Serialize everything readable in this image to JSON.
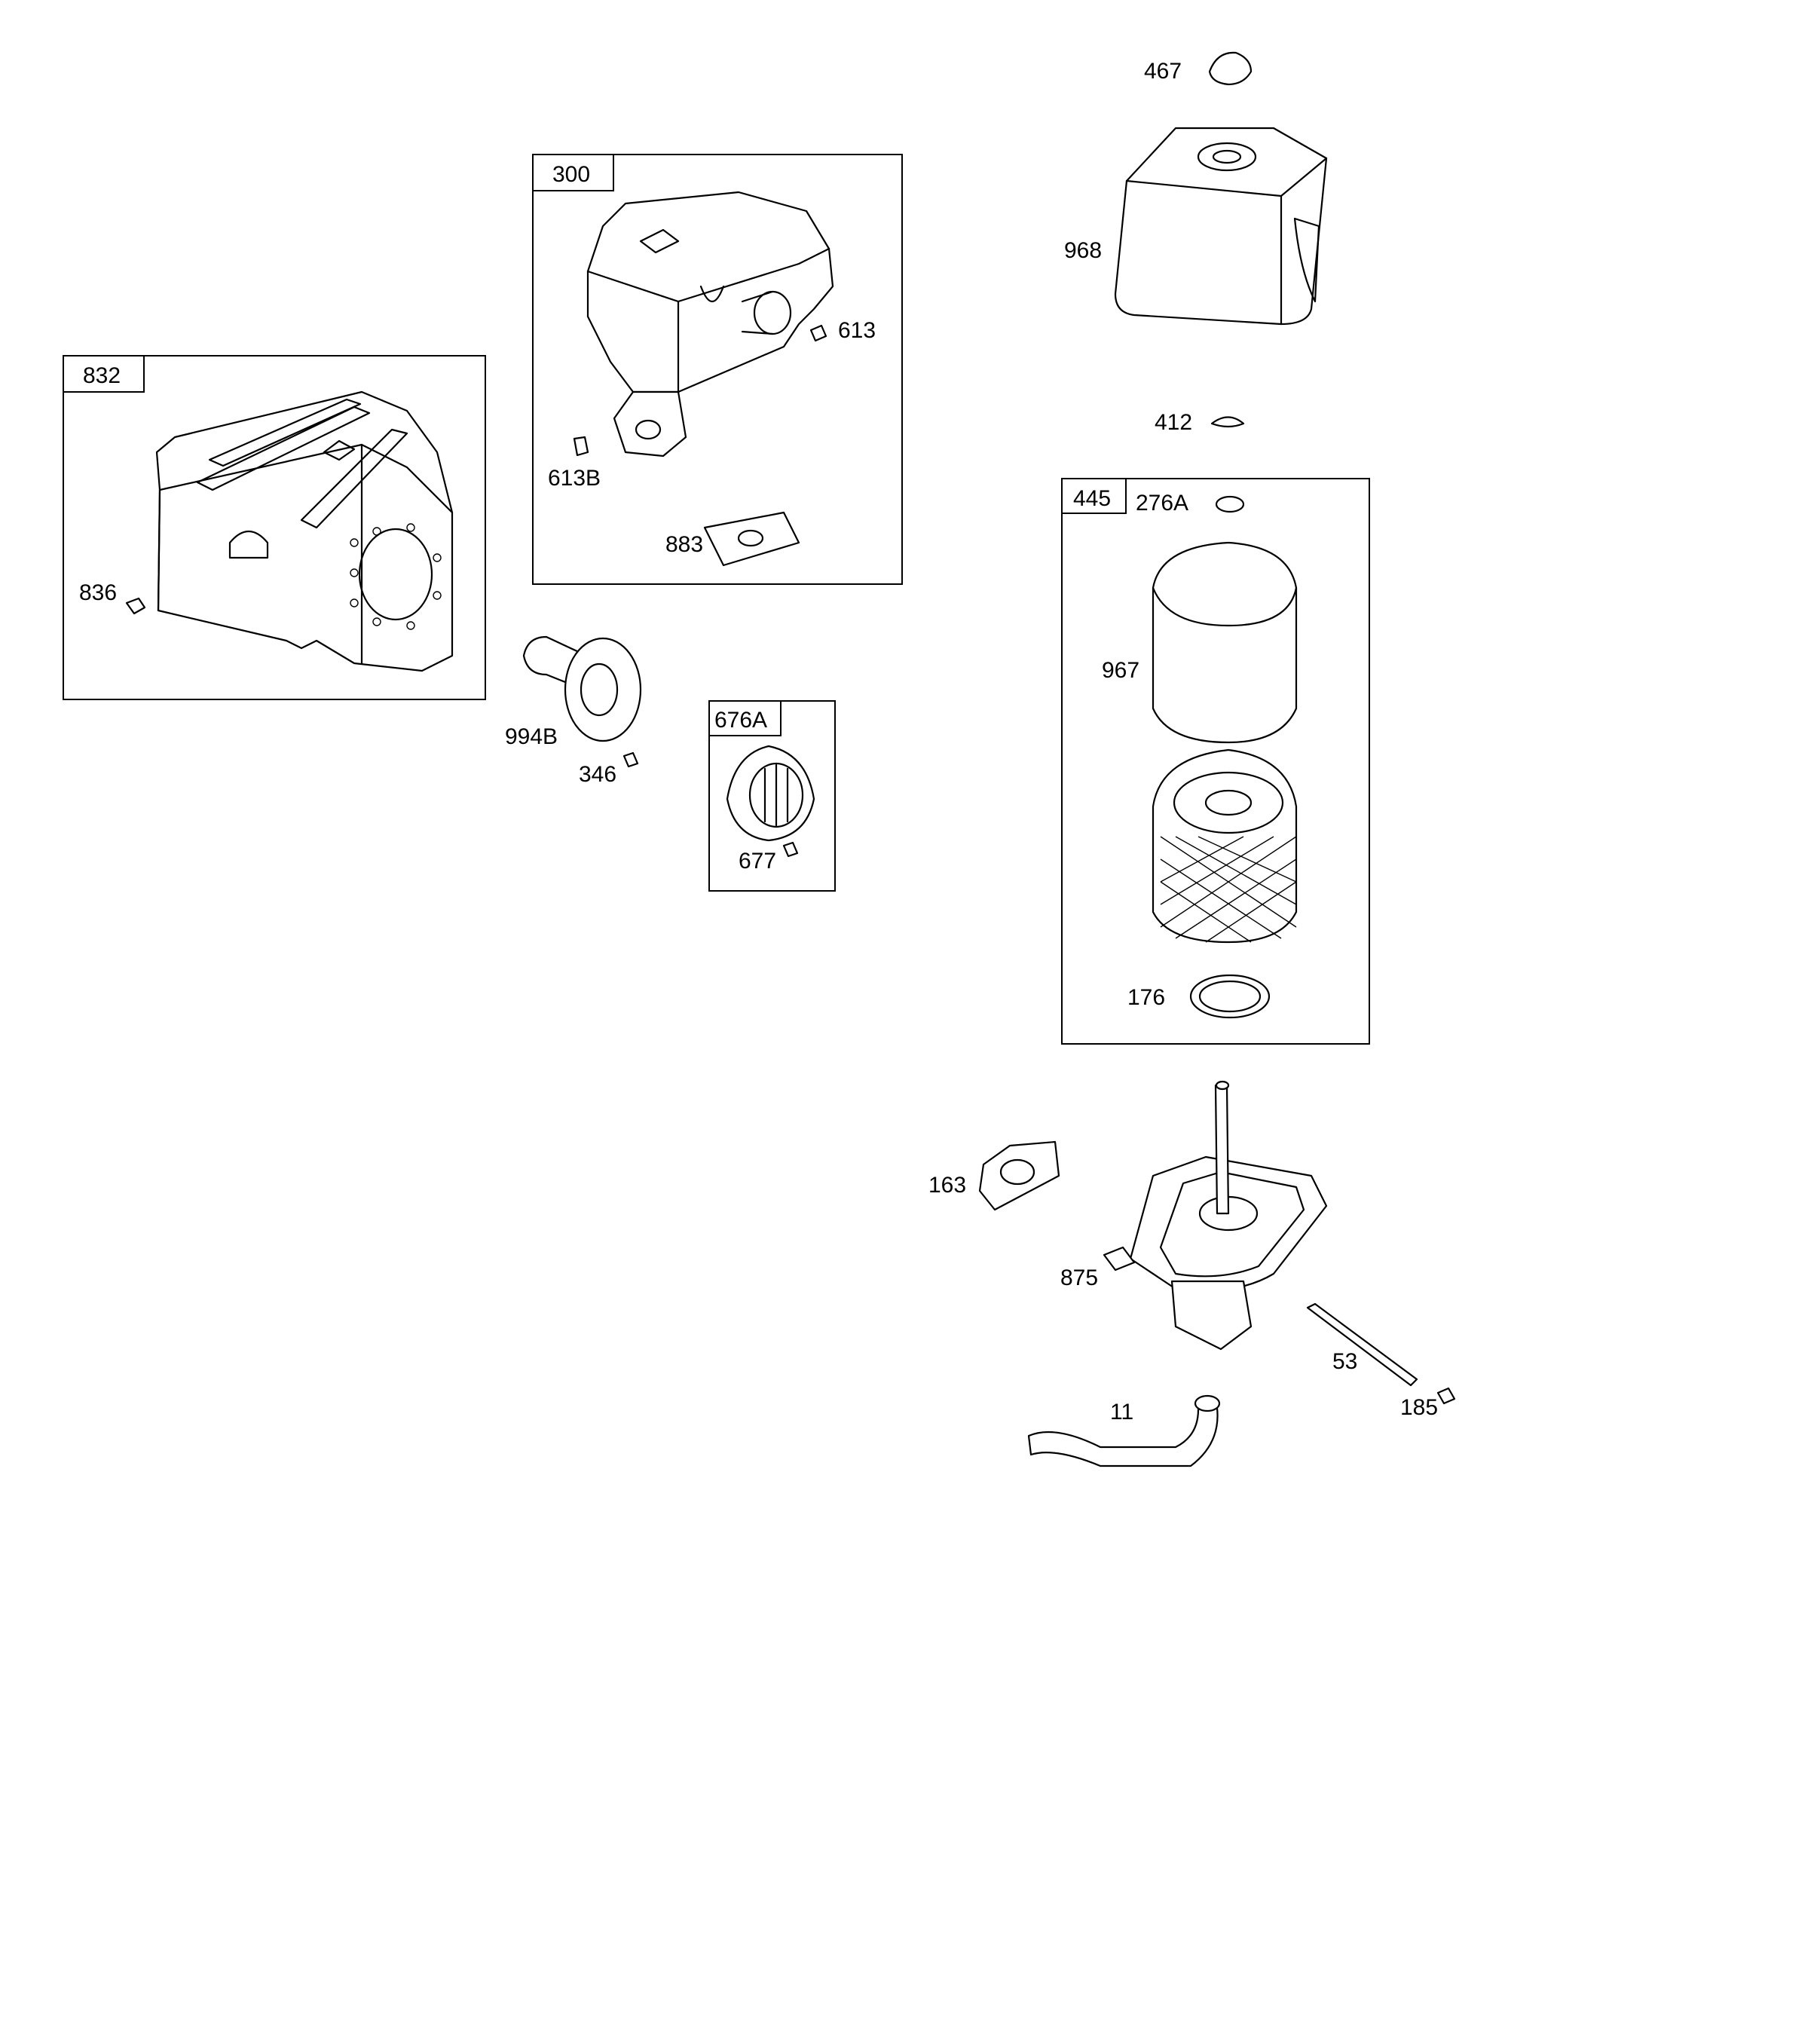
{
  "diagram": {
    "boxes": [
      {
        "id": "832",
        "label": "832"
      },
      {
        "id": "300",
        "label": "300"
      },
      {
        "id": "676A",
        "label": "676A"
      },
      {
        "id": "445",
        "label": "445"
      }
    ],
    "parts": [
      {
        "id": "467",
        "label": "467"
      },
      {
        "id": "968",
        "label": "968"
      },
      {
        "id": "412",
        "label": "412"
      },
      {
        "id": "613",
        "label": "613"
      },
      {
        "id": "613B",
        "label": "613B"
      },
      {
        "id": "883",
        "label": "883"
      },
      {
        "id": "836",
        "label": "836"
      },
      {
        "id": "994B",
        "label": "994B"
      },
      {
        "id": "346",
        "label": "346"
      },
      {
        "id": "677",
        "label": "677"
      },
      {
        "id": "276A",
        "label": "276A"
      },
      {
        "id": "967",
        "label": "967"
      },
      {
        "id": "176",
        "label": "176"
      },
      {
        "id": "163",
        "label": "163"
      },
      {
        "id": "875",
        "label": "875"
      },
      {
        "id": "53",
        "label": "53"
      },
      {
        "id": "185",
        "label": "185"
      },
      {
        "id": "11",
        "label": "11"
      }
    ]
  }
}
